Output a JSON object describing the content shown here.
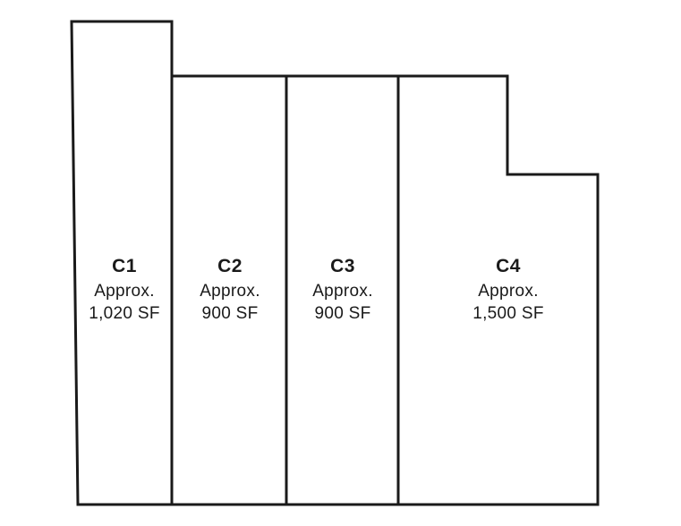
{
  "colors": {
    "line": "#1a1a1a",
    "background": "#ffffff"
  },
  "units": [
    {
      "id": "C1",
      "approx": "Approx.",
      "size": "1,020 SF"
    },
    {
      "id": "C2",
      "approx": "Approx.",
      "size": "900 SF"
    },
    {
      "id": "C3",
      "approx": "Approx.",
      "size": "900 SF"
    },
    {
      "id": "C4",
      "approx": "Approx.",
      "size": "1,500 SF"
    }
  ]
}
